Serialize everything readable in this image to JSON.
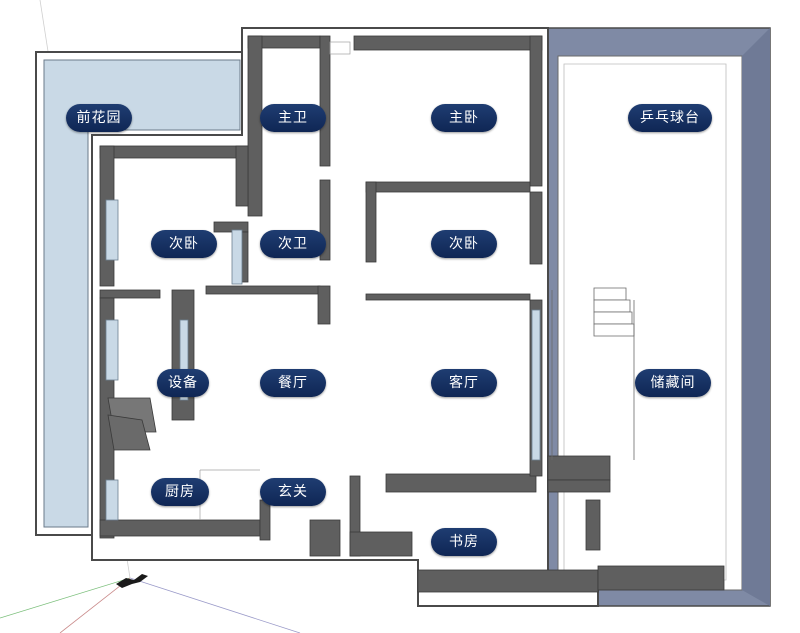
{
  "colors": {
    "background": "#ffffff",
    "garden": "#c9d9e6",
    "wall_top": "#606060",
    "wall_side": "#8c8c8c",
    "storage_wall": "#7f8aa5",
    "label_bg": "#1a3466",
    "label_text": "#ffffff"
  },
  "rooms": {
    "front_garden": "前花园",
    "master_bath": "主卫",
    "master_bedroom": "主卧",
    "ping_pong": "乒乓球台",
    "second_bedroom_left": "次卧",
    "second_bath": "次卫",
    "second_bedroom_right": "次卧",
    "equipment": "设备",
    "dining": "餐厅",
    "living": "客厅",
    "storage": "储藏间",
    "kitchen": "厨房",
    "entrance": "玄关",
    "study": "书房"
  }
}
